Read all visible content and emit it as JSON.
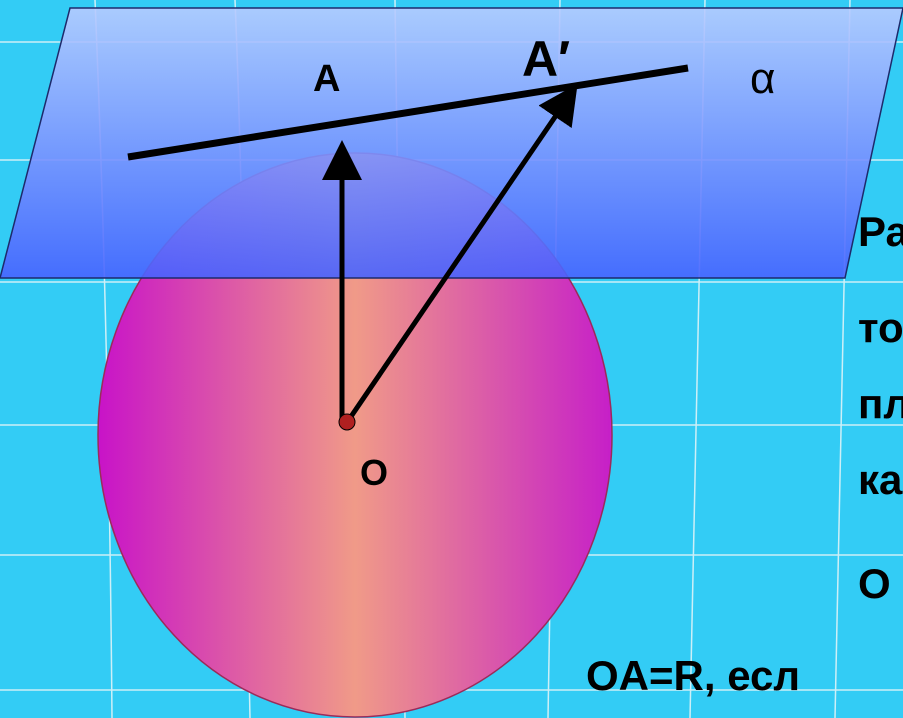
{
  "diagram": {
    "labels": {
      "point_a": "A",
      "point_a_prime": "A′",
      "plane_alpha": "α",
      "center_o": "O"
    },
    "text_lines": [
      "Ра",
      "то",
      "пл",
      "ка",
      "О",
      "OA=R, есл"
    ],
    "colors": {
      "background": "#33ccf5",
      "plane_top": "#a9c2ff",
      "plane_bottom": "#4f6bff",
      "sphere_center": "#f0a08a",
      "sphere_edge": "#cc22cc"
    }
  }
}
